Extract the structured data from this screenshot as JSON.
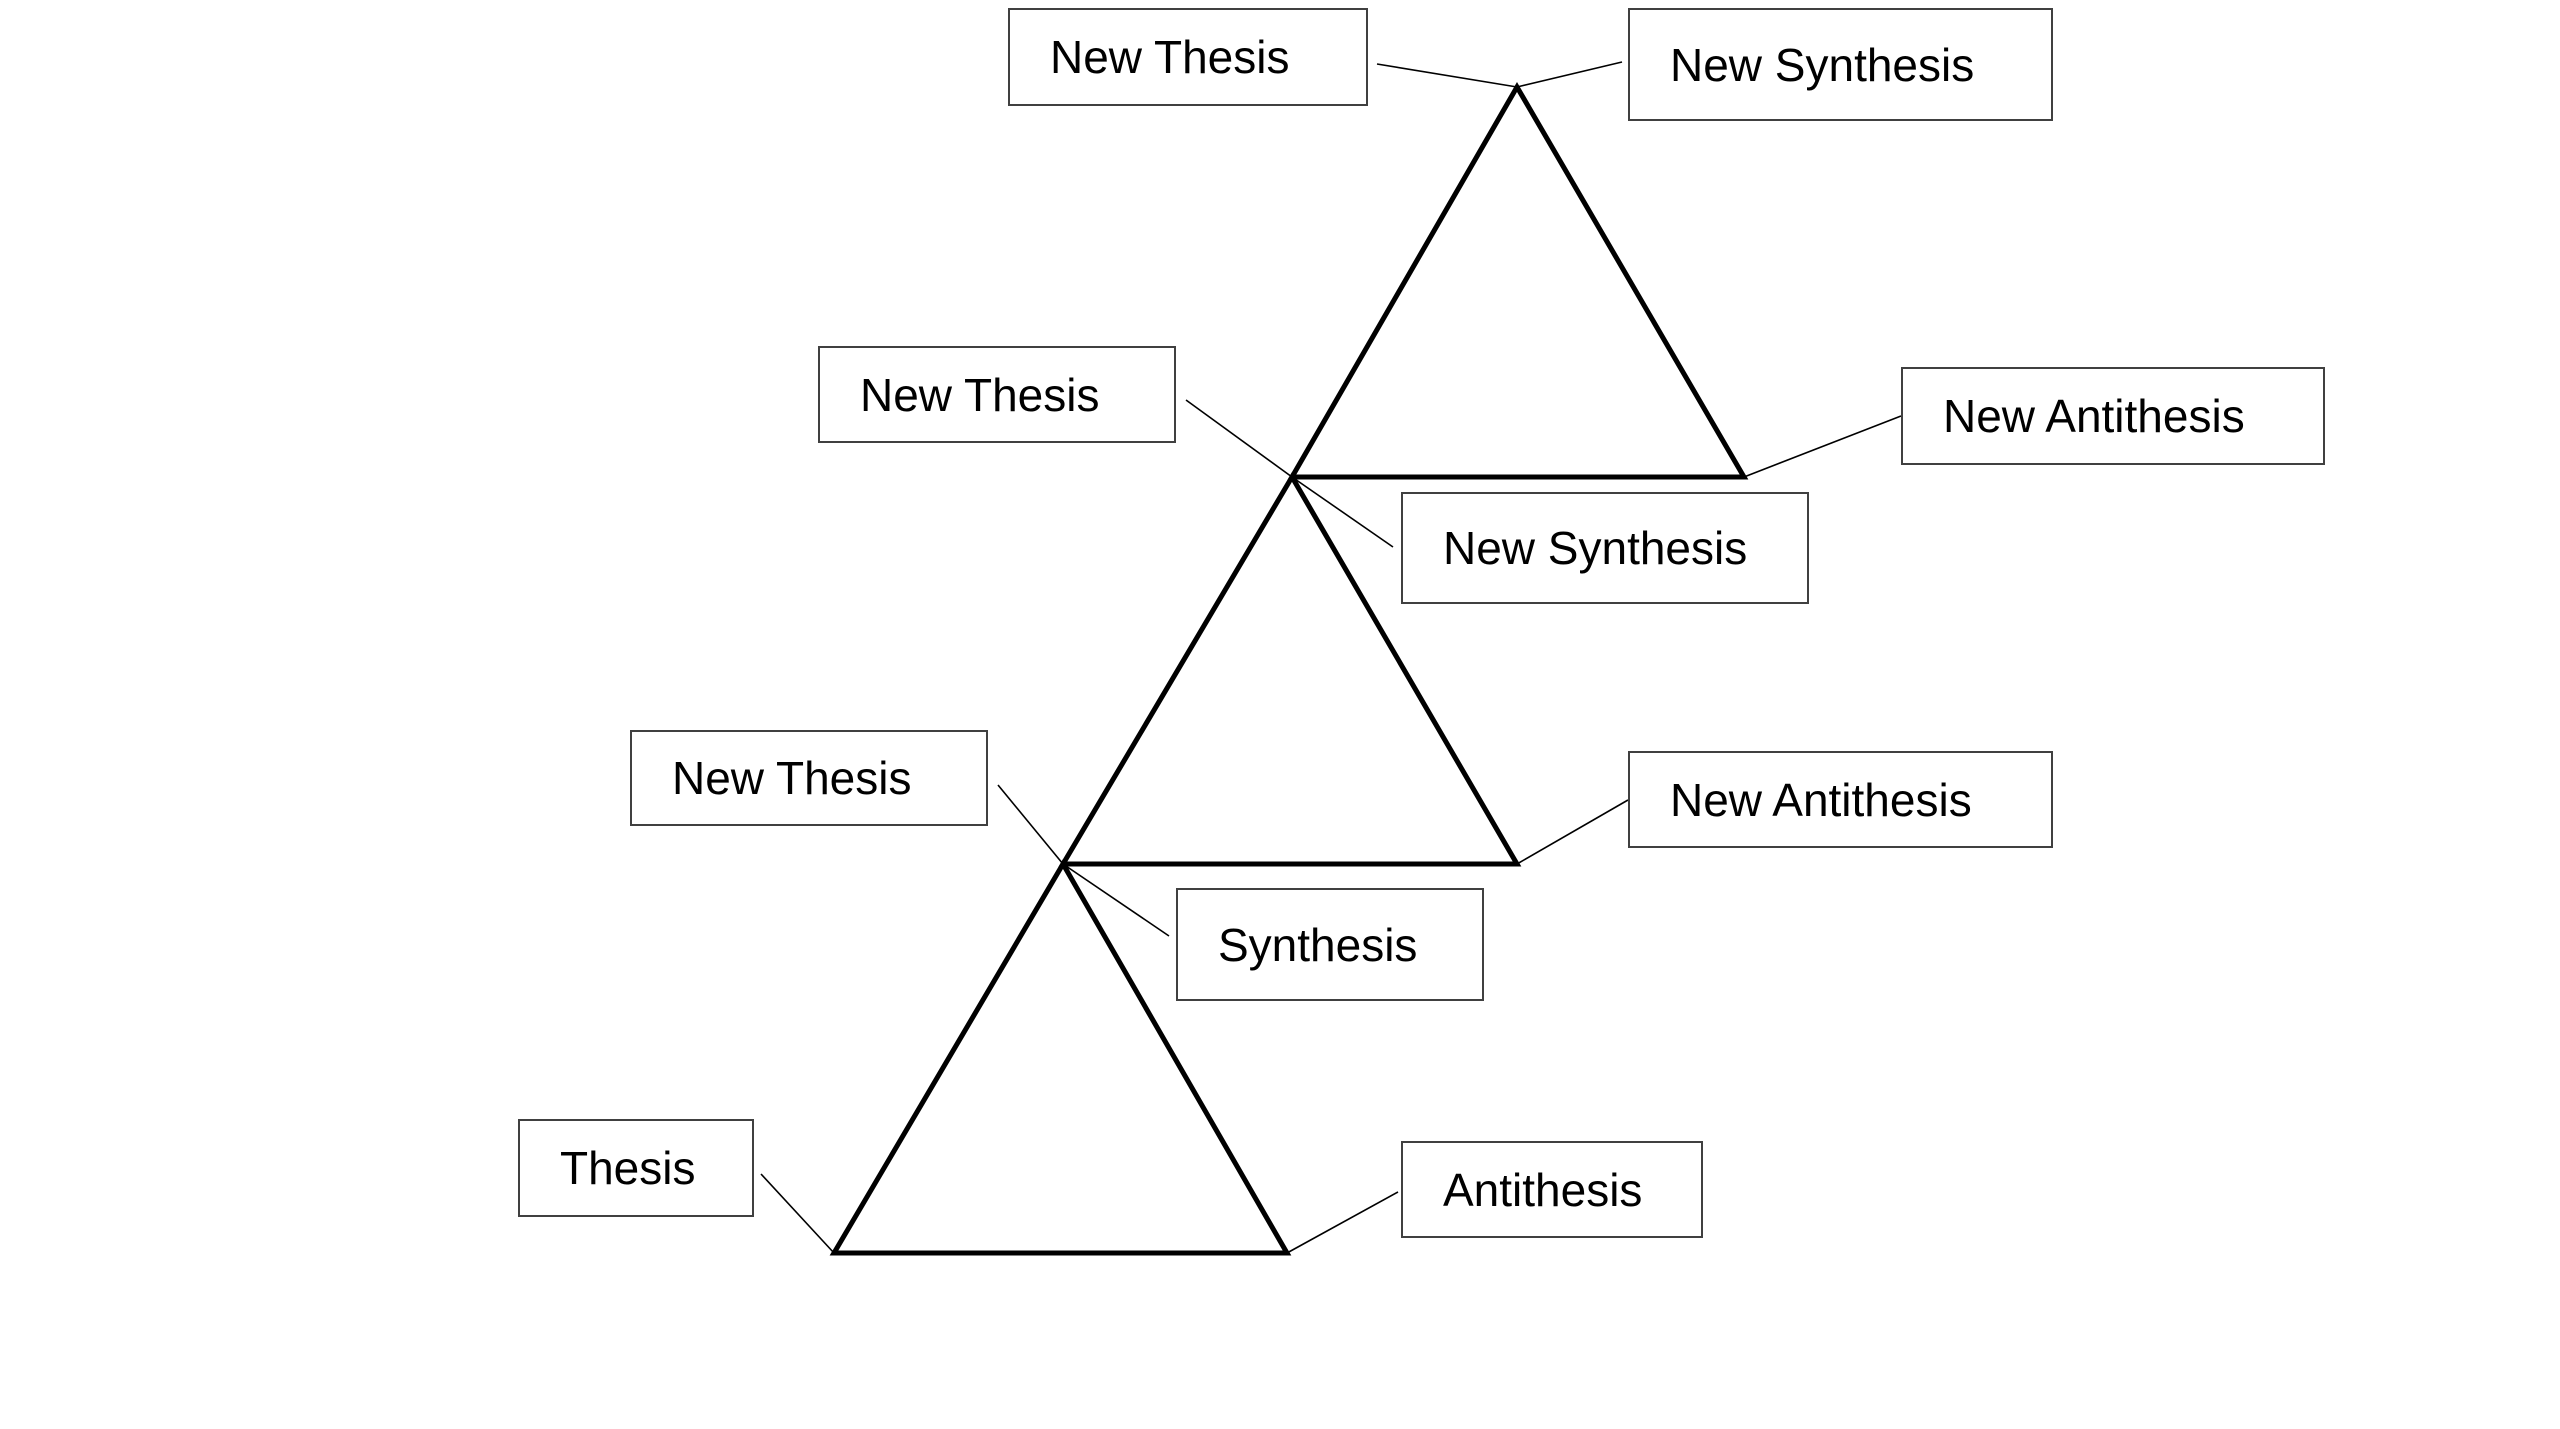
{
  "diagram": {
    "type": "dialectic-triangles",
    "labels": {
      "thesis": "Thesis",
      "antithesis": "Antithesis",
      "synthesis": "Synthesis",
      "new_thesis_1": "New Thesis",
      "new_antithesis_1": "New Antithesis",
      "new_synthesis_1": "New Synthesis",
      "new_thesis_2": "New Thesis",
      "new_antithesis_2": "New Antithesis",
      "new_synthesis_2": "New Synthesis"
    },
    "colors": {
      "triangle_stroke": "#000000",
      "connector_stroke": "#000000",
      "box_border": "#404040",
      "background": "#ffffff"
    }
  }
}
